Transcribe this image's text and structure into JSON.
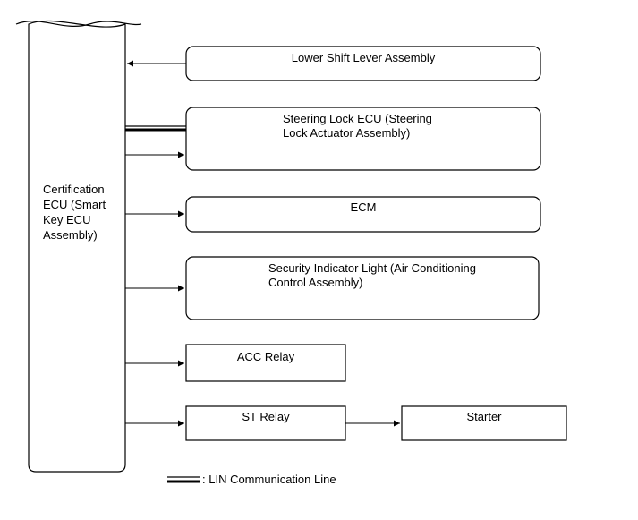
{
  "ecu": {
    "line1": "Certification",
    "line2": "ECU (Smart",
    "line3": "Key ECU",
    "line4": "Assembly)"
  },
  "blocks": {
    "shift_lever": "Lower Shift Lever Assembly",
    "steering_lock_line1": "Steering Lock ECU (Steering",
    "steering_lock_line2": "Lock Actuator Assembly)",
    "ecm": "ECM",
    "security_line1": "Security Indicator Light (Air Conditioning",
    "security_line2": "Control Assembly)",
    "acc_relay": "ACC Relay",
    "st_relay": "ST Relay",
    "starter": "Starter"
  },
  "legend": {
    "lin_label": ": LIN Communication Line"
  }
}
